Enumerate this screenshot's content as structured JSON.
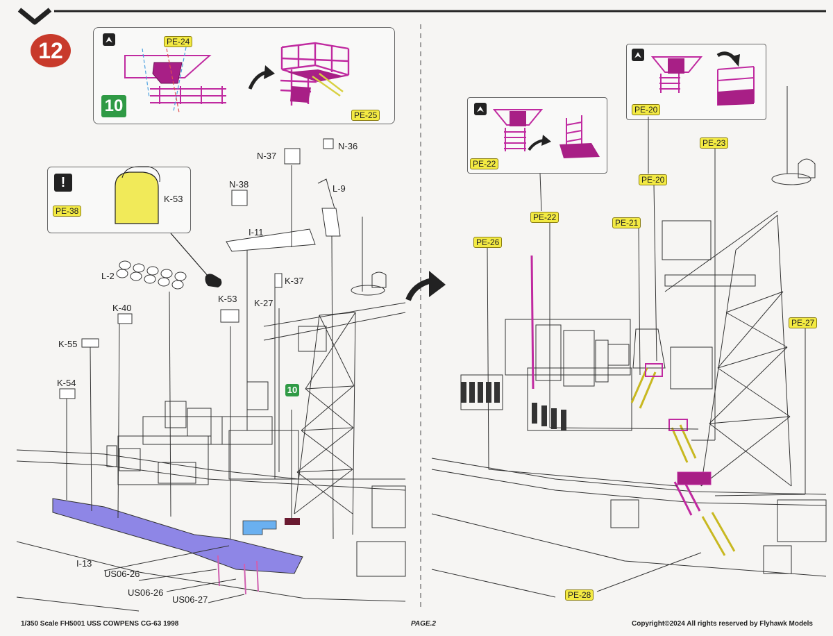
{
  "step": {
    "number": "12"
  },
  "reference_step": "10",
  "warning_symbol": "!",
  "labels": {
    "pe24": "PE-24",
    "pe25": "PE-25",
    "pe38": "PE-38",
    "k53_callout": "K-53",
    "n37": "N-37",
    "n36": "N-36",
    "n38": "N-38",
    "l9": "L-9",
    "i11": "I-11",
    "l2": "L-2",
    "k37": "K-37",
    "k53": "K-53",
    "k27": "K-27",
    "k40": "K-40",
    "k55": "K-55",
    "k54": "K-54",
    "i13": "I-13",
    "us0626a": "US06-26",
    "us0626b": "US06-26",
    "us0627": "US06-27",
    "pe20a": "PE-20",
    "pe20b": "PE-20",
    "pe22a": "PE-22",
    "pe22b": "PE-22",
    "pe23": "PE-23",
    "pe21": "PE-21",
    "pe26": "PE-26",
    "pe27": "PE-27",
    "pe28": "PE-28"
  },
  "footer": {
    "left": "1/350 Scale FH5001 USS COWPENS CG-63 1998",
    "center": "PAGE.2",
    "right": "Copyright©2024 All rights reserved by Flyhawk Models"
  },
  "icons": [
    "chevron-down-icon",
    "fold-up-icon",
    "warning-icon",
    "curved-arrow-icon",
    "pointing-hand-icon"
  ],
  "colors": {
    "step_red": "#c83a2b",
    "step_green": "#2f9a45",
    "pe_yellow": "#f3ea43",
    "pe_magenta": "#c02aa0",
    "deck_blue": "#8e86e6"
  }
}
